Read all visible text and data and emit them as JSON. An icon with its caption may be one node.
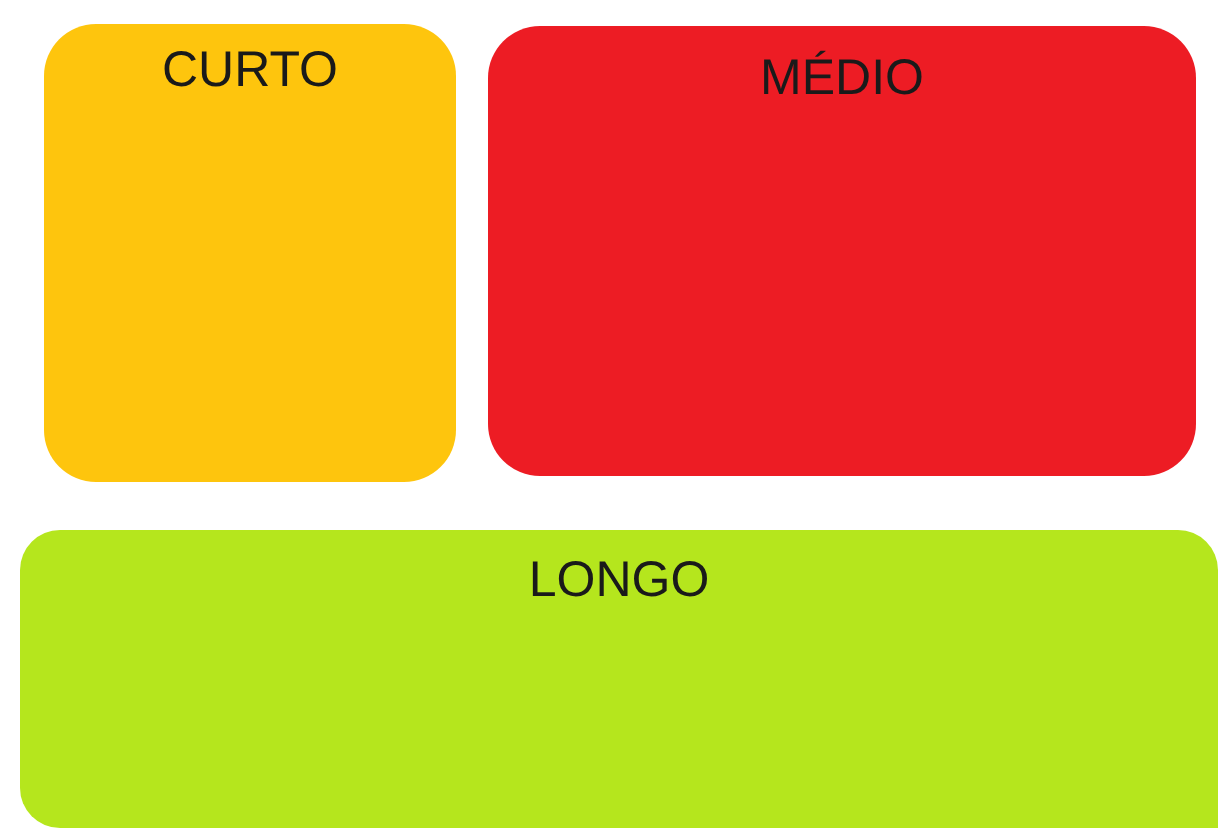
{
  "diagram": {
    "nodes": [
      {
        "text": [
          "CURTO"
        ]
      },
      {
        "text": [
          "MÉDIO"
        ]
      },
      {
        "text": [
          "LONGO"
        ]
      }
    ]
  }
}
